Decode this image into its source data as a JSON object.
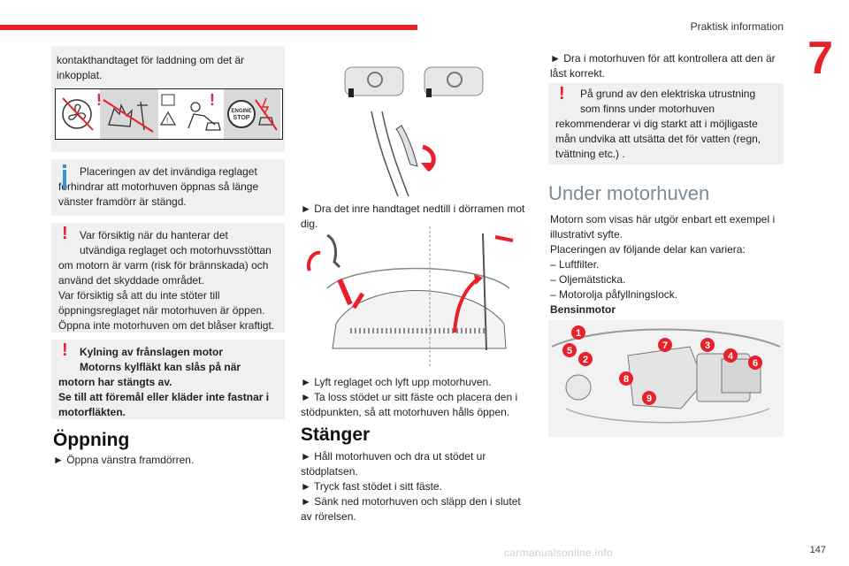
{
  "header": {
    "title": "Praktisk information",
    "chapter": "7",
    "page_number": "147"
  },
  "col1": {
    "intro_box": "kontakthandtaget för laddning om det är inkopplat.",
    "info_box": "Placeringen av det invändiga reglaget förhindrar att motorhuven öppnas så länge vänster framdörr är stängd.",
    "warn_box1_lines": [
      "Var försiktig när du hanterar det",
      "utvändiga reglaget och motorhuvsstöttan",
      "om motorn är varm (risk för brännskada) och",
      "använd det skyddade området.",
      "Var försiktig så att du inte stöter till",
      "öppningsreglaget när motorhuven är öppen.",
      "Öppna inte motorhuven om det blåser kraftigt."
    ],
    "warn_box2_lines": [
      "Kylning av frånslagen motor",
      "Motorns kylfläkt kan slås på när",
      "motorn har stängts av.",
      "Se till att föremål eller kläder inte fastnar i",
      "motorfläkten."
    ],
    "opening_heading": "Öppning",
    "opening_step": "► Öppna vänstra framdörren.",
    "engine_stop_label_1": "ENGINE",
    "engine_stop_label_2": "STOP"
  },
  "col2": {
    "step1_lines": [
      "► Dra det inre handtaget nedtill i dörramen mot",
      "dig."
    ],
    "step2_lines": [
      "► Lyft reglaget och lyft upp motorhuven.",
      "► Ta loss stödet ur sitt fäste och placera den i",
      "stödpunkten, så att motorhuven hålls öppen."
    ],
    "closing_heading": "Stänger",
    "closing_lines": [
      "► Håll motorhuven och dra ut stödet ur",
      "stödplatsen.",
      "► Tryck fast stödet i sitt fäste.",
      "► Sänk ned motorhuven och släpp den i slutet",
      "av rörelsen."
    ]
  },
  "col3": {
    "step_lines": [
      "► Dra i motorhuven för att kontrollera att den är",
      "låst korrekt."
    ],
    "warn_box_lines": [
      "På grund av den elektriska utrustning",
      "som finns under motorhuven",
      "rekommenderar vi dig starkt att i möjligaste",
      "mån undvika att utsätta det för vatten (regn,",
      "tvättning etc.) ."
    ],
    "section_heading": "Under motorhuven",
    "section_lines": [
      "Motorn som visas här utgör enbart ett exempel i",
      "illustrativt syfte.",
      "Placeringen av följande delar kan variera:",
      "– Luftfilter.",
      "– Oljemätsticka.",
      "– Motorolja påfyllningslock."
    ],
    "engine_heading": "Bensinmotor",
    "callouts": [
      "1",
      "2",
      "3",
      "4",
      "5",
      "6",
      "7",
      "8",
      "9"
    ]
  },
  "watermark": "carmanualsonline.info",
  "colors": {
    "accent_red": "#e8202a",
    "info_blue": "#3a8fd6",
    "box_grey": "#f0f0f0"
  }
}
